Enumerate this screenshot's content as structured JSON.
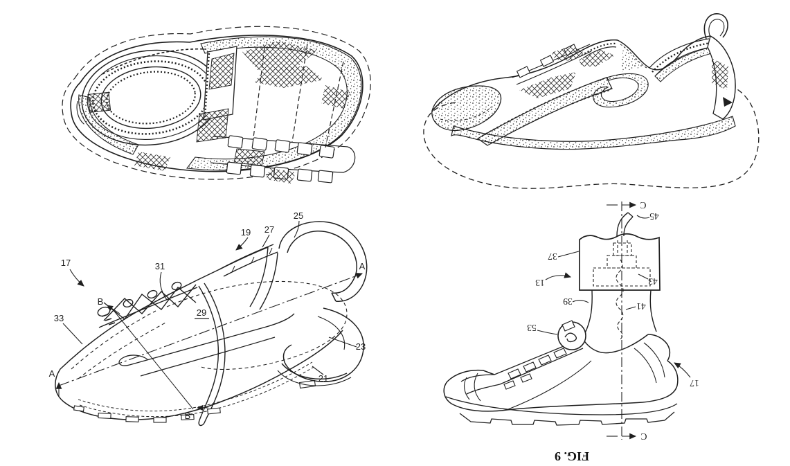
{
  "page": {
    "background": "#ffffff",
    "ink": "#1f1f1f"
  },
  "figures": {
    "plan_view": {
      "labels": []
    },
    "side_view": {
      "labels": []
    },
    "perspective_view": {
      "labels": [
        {
          "text": "17"
        },
        {
          "text": "19"
        },
        {
          "text": "27"
        },
        {
          "text": "25"
        },
        {
          "text": "31"
        },
        {
          "text": "33"
        },
        {
          "text": "29"
        },
        {
          "text": "23"
        },
        {
          "text": "21"
        },
        {
          "text": "A"
        },
        {
          "text": "A"
        },
        {
          "text": "B"
        },
        {
          "text": "B"
        }
      ]
    },
    "fig9": {
      "caption": "FIG. 9",
      "labels": [
        {
          "text": "C"
        },
        {
          "text": "45"
        },
        {
          "text": "37"
        },
        {
          "text": "13"
        },
        {
          "text": "43"
        },
        {
          "text": "39"
        },
        {
          "text": "41"
        },
        {
          "text": "53"
        },
        {
          "text": "17"
        },
        {
          "text": "C"
        }
      ]
    }
  }
}
